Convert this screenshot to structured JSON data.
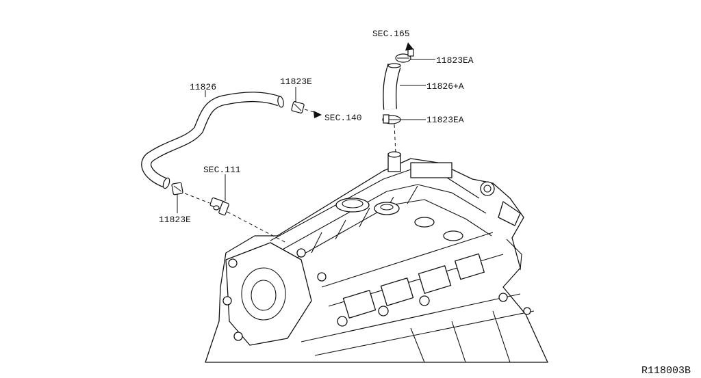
{
  "diagram": {
    "reference": "R118003B",
    "labels": {
      "hose_left": "11826",
      "clamp_top_left": "11823E",
      "sec_140": "SEC.140",
      "sec_111": "SEC.111",
      "clamp_bottom_left": "11823E",
      "sec_165": "SEC.165",
      "clamp_top_right": "11823EA",
      "hose_right": "11826+A",
      "clamp_bottom_right": "11823EA"
    }
  }
}
